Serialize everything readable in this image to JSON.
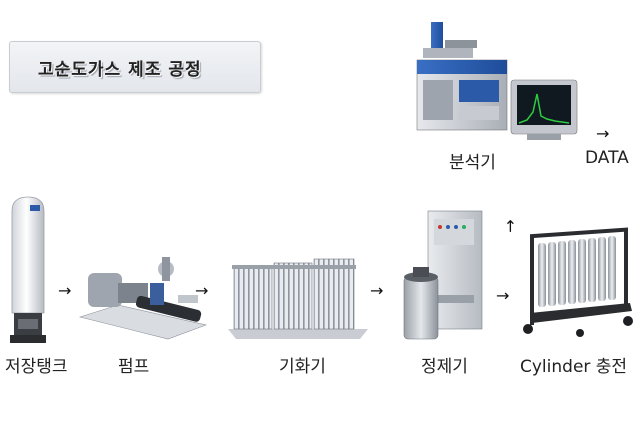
{
  "title": "고순도가스 제조 공정",
  "stages": [
    {
      "label": "저장탱크"
    },
    {
      "label": "펌프"
    },
    {
      "label": "기화기"
    },
    {
      "label": "정제기"
    },
    {
      "label": "Cylinder 충전"
    }
  ],
  "analyzer": {
    "label": "분석기",
    "output_label": "DATA"
  },
  "colors": {
    "accent_blue": "#2b5aa8",
    "steel": "#b9bec6",
    "screen_green": "#2ecc40"
  }
}
